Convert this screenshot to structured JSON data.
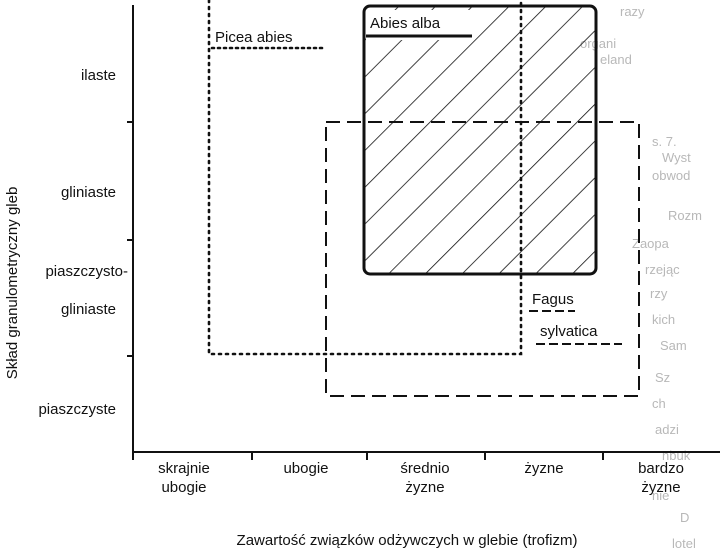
{
  "axes": {
    "x_title": "Zawartość związków odżywczych w glebie (trofizm)",
    "y_title": "Skład granulometryczny gleb"
  },
  "y_categories": [
    {
      "id": "ilaste",
      "label": "ilaste"
    },
    {
      "id": "gliniaste",
      "label": "gliniaste"
    },
    {
      "id": "piaszczysto-gliniaste",
      "label_line1": "piaszczysto-",
      "label_line2": "gliniaste"
    },
    {
      "id": "piaszczyste",
      "label": "piaszczyste"
    }
  ],
  "x_categories": [
    {
      "id": "skrajnie-ubogie",
      "line1": "skrajnie",
      "line2": "ubogie"
    },
    {
      "id": "ubogie",
      "line1": "ubogie",
      "line2": ""
    },
    {
      "id": "srednio-zyzne",
      "line1": "średnio",
      "line2": "żyzne"
    },
    {
      "id": "zyzne",
      "line1": "żyzne",
      "line2": ""
    },
    {
      "id": "bardzo-zyzne",
      "line1": "bardzo",
      "line2": "żyzne"
    }
  ],
  "species": [
    {
      "id": "picea-abies",
      "label": "Picea abies",
      "line_style": "dotted"
    },
    {
      "id": "abies-alba",
      "label": "Abies alba",
      "line_style": "solid-hatched"
    },
    {
      "id": "fagus-sylvatica",
      "label_line1": "Fagus",
      "label_line2": "sylvatica",
      "line_style": "dashed"
    }
  ],
  "bleed_through_text": [
    "razy",
    "organi",
    "eland",
    "s. 7.",
    "Wyst",
    "obwod",
    "Rozm",
    "Zaopa",
    "rzejąc",
    "rzy",
    "kich",
    "Sam",
    "Sz",
    "ch",
    "adzi",
    "nbuk",
    "nie",
    "D",
    "lotel"
  ],
  "colors": {
    "ink": "#111111",
    "background": "#ffffff",
    "bleed": "#b8b8b8"
  }
}
